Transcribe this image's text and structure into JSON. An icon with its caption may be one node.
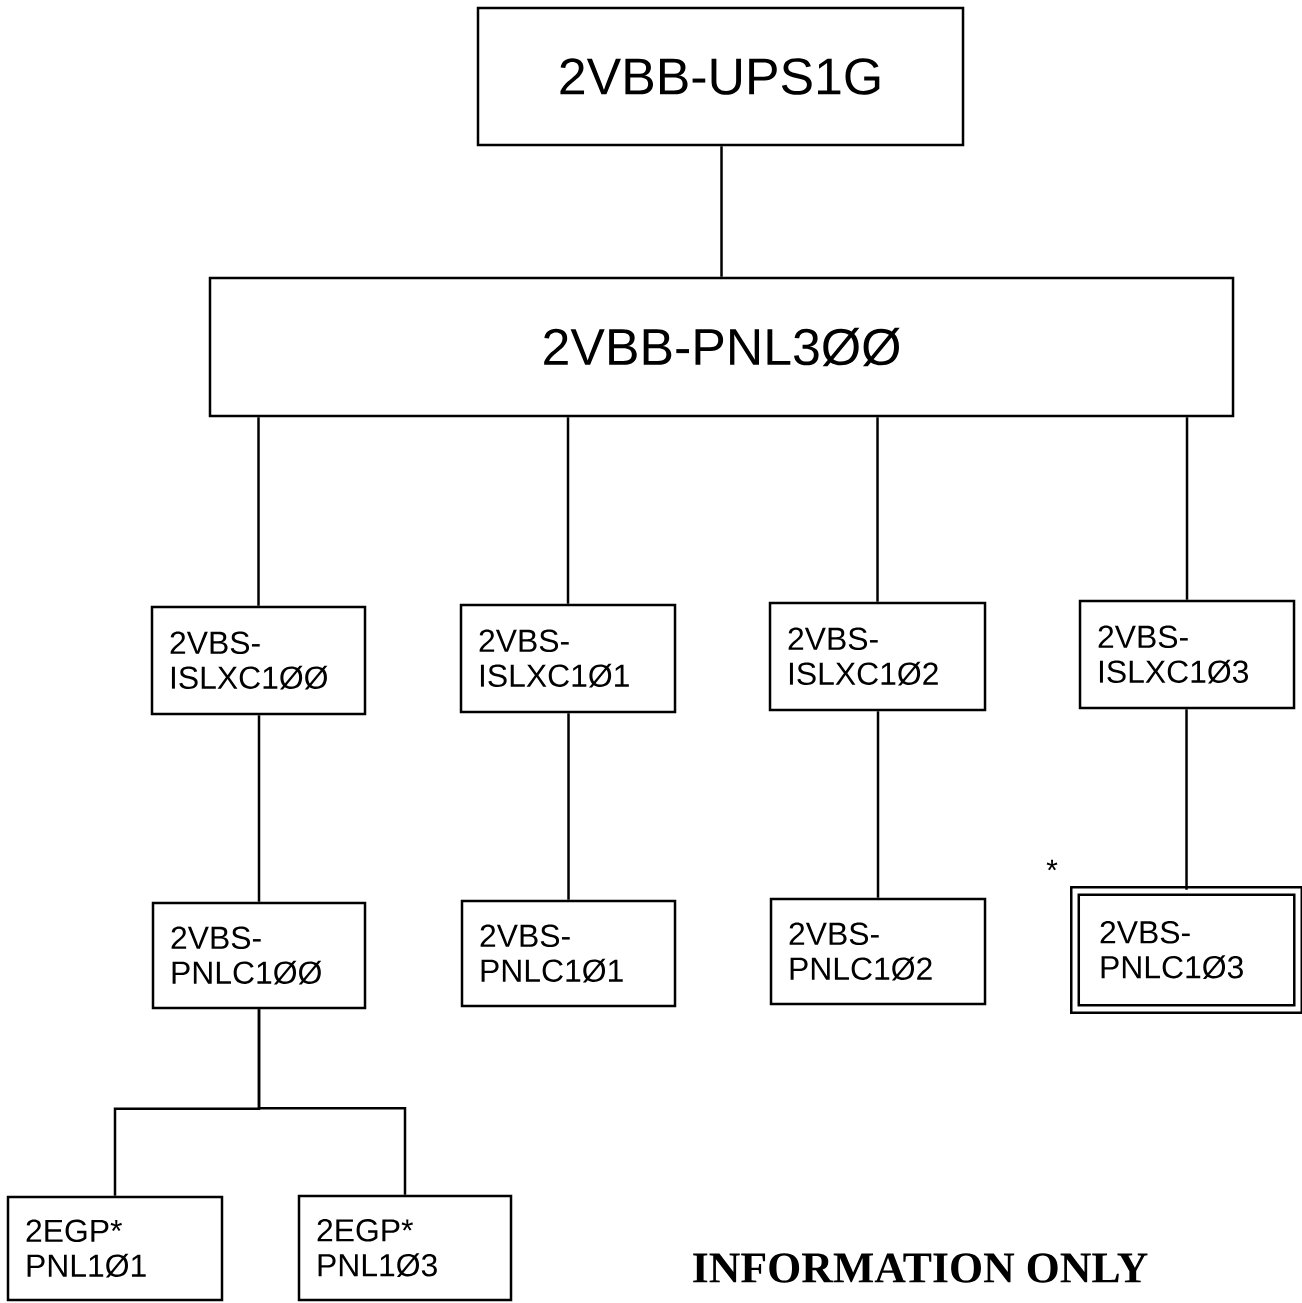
{
  "diagram": {
    "nodes": [
      {
        "text": [
          "2VBB-UPS1G"
        ]
      },
      {
        "text": [
          "2VBB-PNL3ØØ"
        ]
      },
      {
        "text": [
          "2VBS- ISLXC1ØØ"
        ]
      },
      {
        "text": [
          "2VBS- ISLXC1Ø1"
        ]
      },
      {
        "text": [
          "2VBS- ISLXC1Ø2"
        ]
      },
      {
        "text": [
          "2VBS- ISLXC1Ø3"
        ]
      },
      {
        "text": [
          "2VBS- PNLC1ØØ"
        ]
      },
      {
        "text": [
          "2VBS- PNLC1Ø1"
        ]
      },
      {
        "text": [
          "2VBS- PNLC1Ø2"
        ]
      },
      {
        "text": [
          "2VBS- PNLC1Ø3"
        ]
      },
      {
        "text": [
          "2EGP* PNL1Ø1"
        ]
      },
      {
        "text": [
          "2EGP* PNL1Ø3"
        ]
      }
    ],
    "edges": [
      {
        "from": 0,
        "to": 1,
        "arrow": "none"
      },
      {
        "from": 1,
        "to": 2,
        "arrow": "none"
      },
      {
        "from": 1,
        "to": 3,
        "arrow": "none"
      },
      {
        "from": 1,
        "to": 4,
        "arrow": "none"
      },
      {
        "from": 1,
        "to": 5,
        "arrow": "none"
      },
      {
        "from": 2,
        "to": 6,
        "arrow": "none"
      },
      {
        "from": 3,
        "to": 7,
        "arrow": "none"
      },
      {
        "from": 4,
        "to": 8,
        "arrow": "none"
      },
      {
        "from": 5,
        "to": 9,
        "arrow": "none"
      },
      {
        "from": 6,
        "to": 10,
        "arrow": "none"
      },
      {
        "from": 6,
        "to": 11,
        "arrow": "none"
      }
    ],
    "labels": [
      "*",
      "INFORMATION ONLY"
    ]
  }
}
